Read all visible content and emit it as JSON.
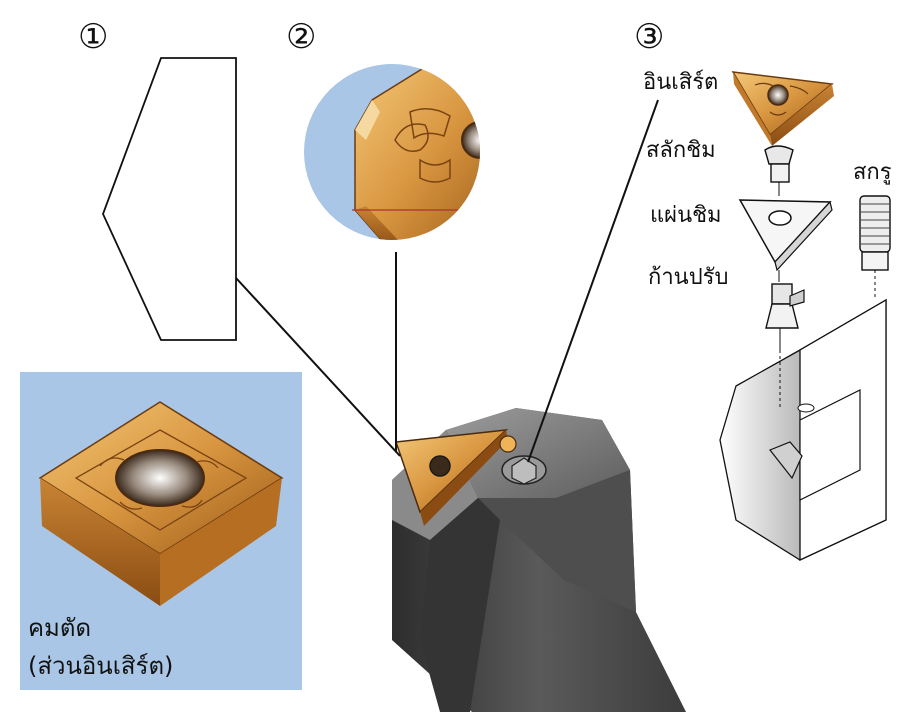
{
  "markers": {
    "one": "①",
    "two": "②",
    "three": "③"
  },
  "labels": {
    "insert": "อินเสิร์ต",
    "pin": "สลักชิม",
    "shim": "แผ่นชิม",
    "lever": "ก้านปรับ",
    "screw": "สกรู",
    "edge_line1": "คมตัด",
    "edge_line2": "(ส่วนอินเสิร์ต)"
  },
  "colors": {
    "panel_blue": "#a9c6e6",
    "gold_light": "#e8b055",
    "gold_dark": "#a8661c",
    "tool_dark": "#3a3a3a",
    "tool_mid": "#6a6a6a",
    "outline": "#111111"
  }
}
